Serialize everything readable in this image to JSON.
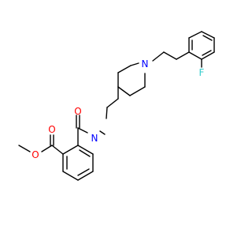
{
  "structure": {
    "atoms": {
      "fluorine": {
        "symbol": "F",
        "color": "#33cccc"
      },
      "piperidine_nitrogen": {
        "symbol": "N",
        "color": "#0000ff"
      },
      "amide_nitrogen": {
        "symbol": "N",
        "color": "#0000ff"
      },
      "amide_oxygen": {
        "symbol": "O",
        "color": "#ff0000"
      },
      "ester_carbonyl_oxygen": {
        "symbol": "O",
        "color": "#ff0000"
      },
      "ester_oxygen": {
        "symbol": "O",
        "color": "#ff0000"
      }
    },
    "bond_color": "#000000"
  }
}
